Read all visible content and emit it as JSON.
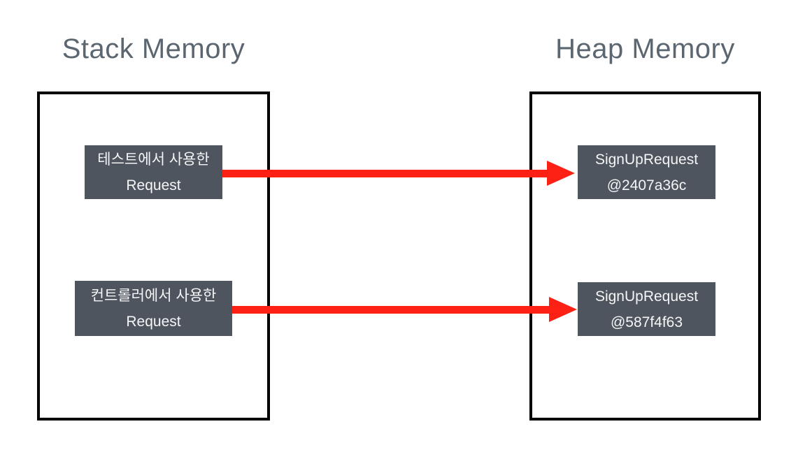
{
  "diagram": {
    "stack": {
      "title": "Stack Memory",
      "items": [
        {
          "line1": "테스트에서 사용한",
          "line2": "Request"
        },
        {
          "line1": "컨트롤러에서 사용한",
          "line2": "Request"
        }
      ]
    },
    "heap": {
      "title": "Heap Memory",
      "items": [
        {
          "line1": "SignUpRequest",
          "line2": "@2407a36c"
        },
        {
          "line1": "SignUpRequest",
          "line2": "@587f4f63"
        }
      ]
    },
    "arrows": [
      {
        "from": "테스트에서 사용한 Request",
        "to": "SignUpRequest @2407a36c"
      },
      {
        "from": "컨트롤러에서 사용한 Request",
        "to": "SignUpRequest @587f4f63"
      }
    ],
    "colors": {
      "background": "#ffffff",
      "title_text": "#5b6670",
      "region_border": "#000000",
      "node_background": "#4f555e",
      "node_text": "#f4f5f6",
      "arrow": "#fc2015"
    }
  }
}
